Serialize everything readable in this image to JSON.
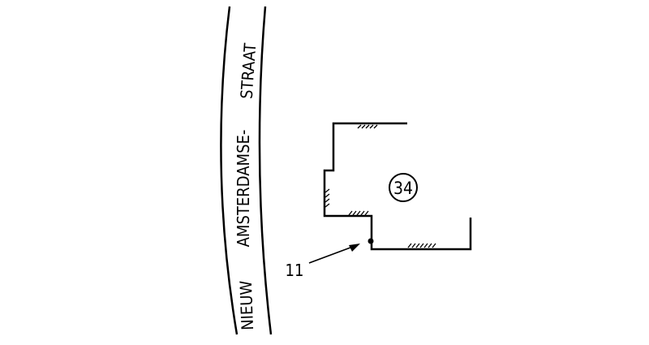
{
  "street": {
    "words": [
      "NIEUW",
      "AMSTERDAMSE-",
      "STRAAT"
    ]
  },
  "building": {
    "number": "34"
  },
  "pointer": {
    "label": "11"
  },
  "colors": {
    "ink": "#000000",
    "background": "#ffffff"
  }
}
